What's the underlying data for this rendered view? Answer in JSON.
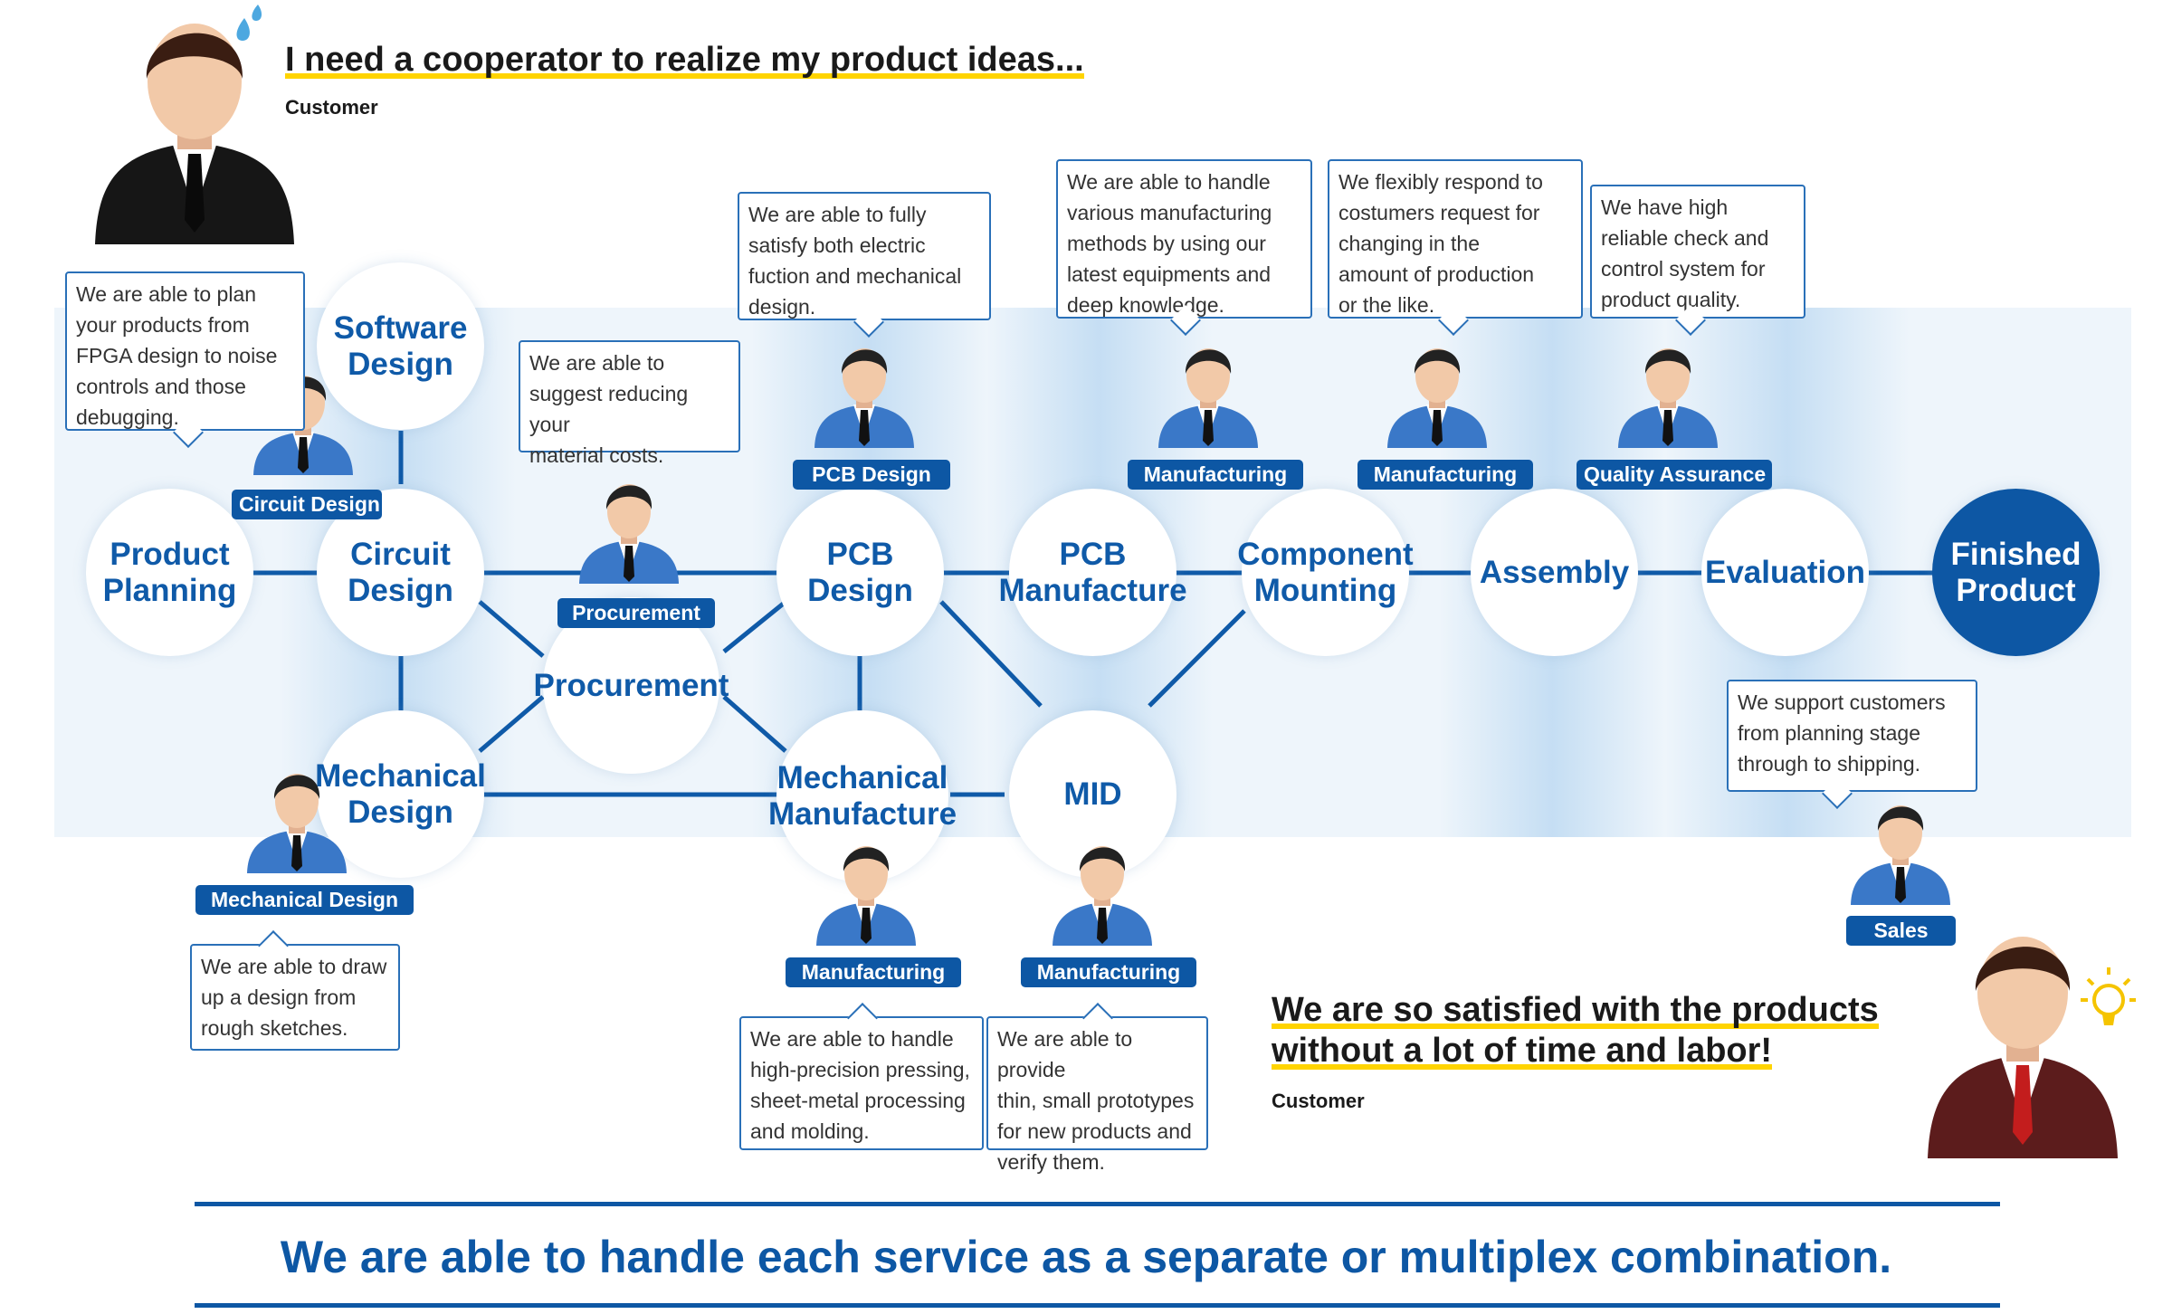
{
  "top_customer": {
    "headline": "I need a cooperator to realize my product ideas...",
    "label": "Customer"
  },
  "bottom_customer": {
    "headline_line1": "We are so satisfied with the products",
    "headline_line2": "without a lot of time and labor!",
    "label": "Customer"
  },
  "nodes": {
    "product_planning": "Product\nPlanning",
    "software_design": "Software\nDesign",
    "circuit_design": "Circuit\nDesign",
    "mechanical_design": "Mechanical\nDesign",
    "procurement": "Procurement",
    "pcb_design": "PCB\nDesign",
    "mechanical_manufacture": "Mechanical\nManufacture",
    "pcb_manufacture": "PCB\nManufacture",
    "mid": "MID",
    "component_mounting": "Component\nMounting",
    "assembly": "Assembly",
    "evaluation": "Evaluation",
    "finished_product": "Finished\nProduct"
  },
  "roles": {
    "circuit_design": "Circuit Design",
    "mechanical_design": "Mechanical Design",
    "procurement": "Procurement",
    "pcb_design": "PCB Design",
    "manufacturing_pcb": "Manufacturing",
    "manufacturing_mount": "Manufacturing",
    "quality_assurance": "Quality Assurance",
    "sales": "Sales",
    "manufacturing_mech": "Manufacturing",
    "manufacturing_mid": "Manufacturing"
  },
  "bubbles": {
    "circuit": "We are able to plan\nyour products from\nFPGA design to noise\ncontrols and those\ndebugging.",
    "procurement": "We are able to\nsuggest reducing your\nmaterial costs.",
    "pcb_design": "We are able to fully\nsatisfy both electric\nfuction and mechanical\ndesign.",
    "pcb_manufacture": "We are able to handle\nvarious manufacturing\nmethods by using our\nlatest equipments and\ndeep knowledge.",
    "mounting": "We flexibly respond to\ncostumers request for\nchanging in the\namount of production\nor the like.",
    "quality": "We have high\nreliable check and\ncontrol system for\nproduct quality.",
    "sales": "We support customers\nfrom planning stage\nthrough to shipping.",
    "mechanical_design": "We are able to draw\nup a design from\nrough sketches.",
    "mech_manufacture": "We are able to handle\nhigh-precision pressing,\nsheet-metal processing\nand molding.",
    "mid": "We are able to provide\nthin, small prototypes\nfor new products and\nverify them."
  },
  "footer": "We are able to handle each service as a separate or multiplex combination.",
  "colors": {
    "primary_blue": "#0d57a4",
    "accent_yellow": "#ffd400",
    "band": "#eef5fb"
  }
}
